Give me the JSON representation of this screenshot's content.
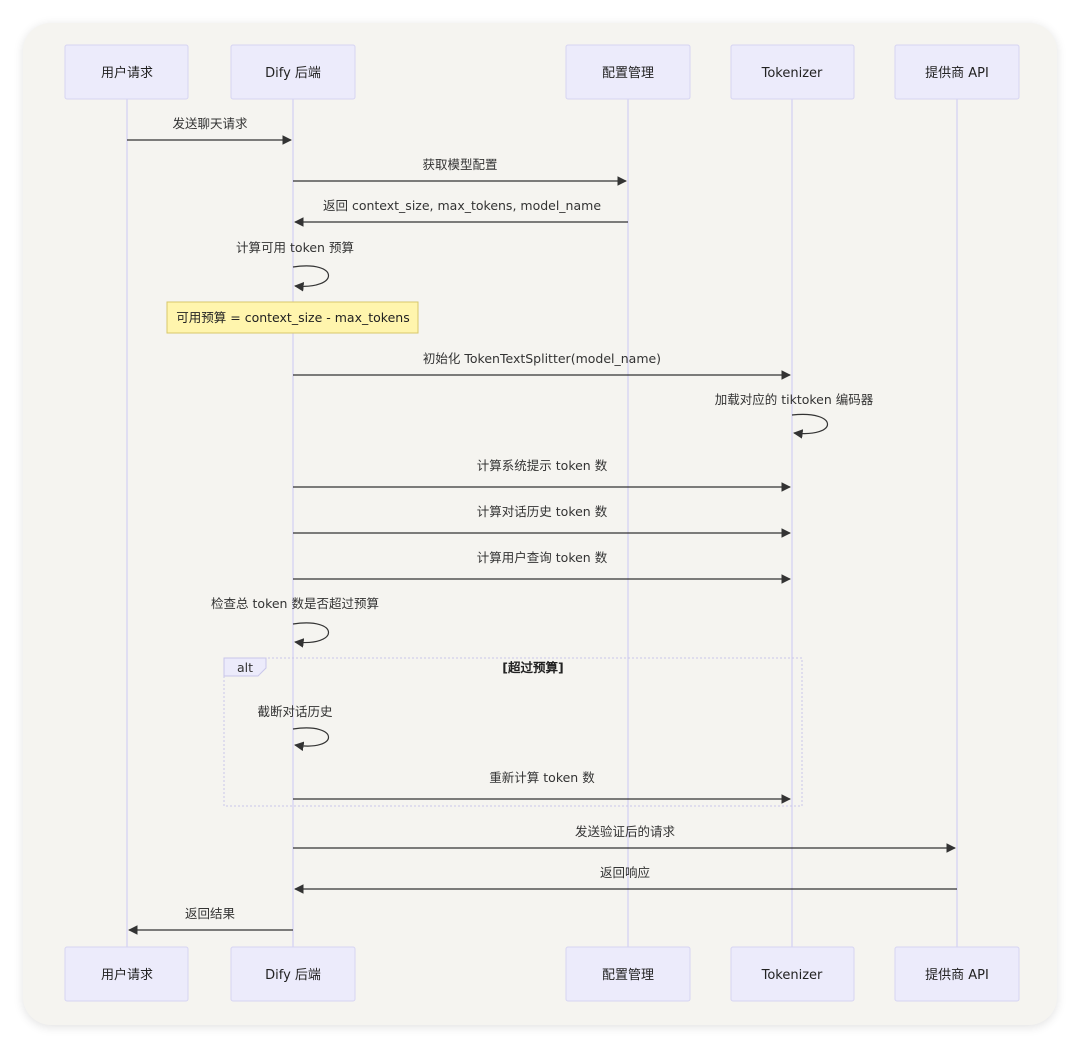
{
  "actors": [
    {
      "id": "user",
      "label": "用户请求"
    },
    {
      "id": "backend",
      "label": "Dify 后端"
    },
    {
      "id": "config",
      "label": "配置管理"
    },
    {
      "id": "tokenizer",
      "label": "Tokenizer"
    },
    {
      "id": "provider",
      "label": "提供商 API"
    }
  ],
  "messages": [
    {
      "from": "user",
      "to": "backend",
      "label": "发送聊天请求"
    },
    {
      "from": "backend",
      "to": "config",
      "label": "获取模型配置"
    },
    {
      "from": "config",
      "to": "backend",
      "label": "返回 context_size, max_tokens, model_name"
    },
    {
      "from": "backend",
      "to": "backend",
      "label": "计算可用 token 预算"
    },
    {
      "note": true,
      "over": "backend",
      "label": "可用预算 = context_size - max_tokens"
    },
    {
      "from": "backend",
      "to": "tokenizer",
      "label": "初始化 TokenTextSplitter(model_name)"
    },
    {
      "from": "tokenizer",
      "to": "tokenizer",
      "label": "加载对应的 tiktoken 编码器"
    },
    {
      "from": "backend",
      "to": "tokenizer",
      "label": "计算系统提示 token 数"
    },
    {
      "from": "backend",
      "to": "tokenizer",
      "label": "计算对话历史 token 数"
    },
    {
      "from": "backend",
      "to": "tokenizer",
      "label": "计算用户查询 token 数"
    },
    {
      "from": "backend",
      "to": "backend",
      "label": "检查总 token 数是否超过预算"
    },
    {
      "from": "backend",
      "to": "backend",
      "label": "截断对话历史"
    },
    {
      "from": "backend",
      "to": "tokenizer",
      "label": "重新计算 token 数"
    },
    {
      "from": "backend",
      "to": "provider",
      "label": "发送验证后的请求"
    },
    {
      "from": "provider",
      "to": "backend",
      "label": "返回响应"
    },
    {
      "from": "backend",
      "to": "user",
      "label": "返回结果"
    }
  ],
  "alt_frame": {
    "keyword": "alt",
    "condition": "[超过预算]"
  }
}
